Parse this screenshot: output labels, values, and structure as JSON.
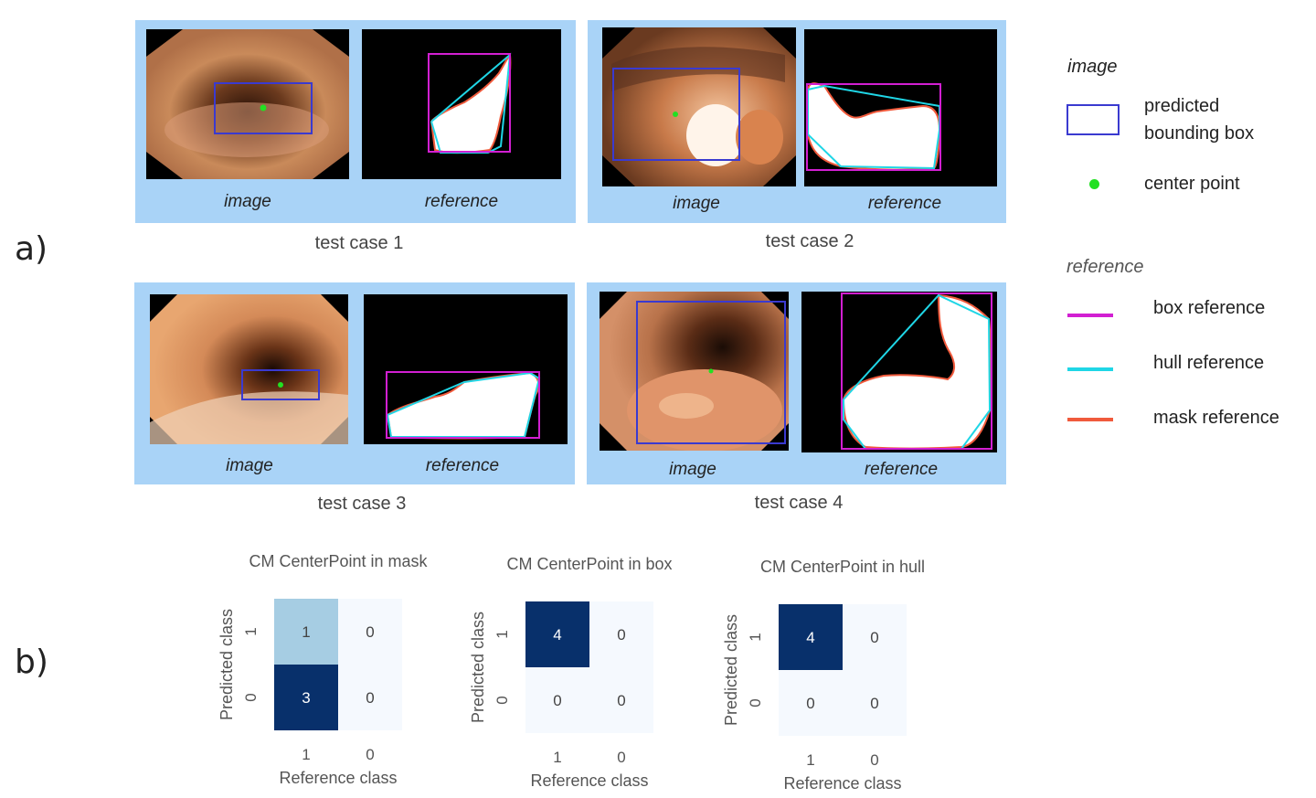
{
  "section_a": "a)",
  "section_b": "b)",
  "colors": {
    "panel_bg": "#a9d3f7",
    "pred_box": "#3a3ad0",
    "center_point": "#22e022",
    "box_ref": "#d21fd2",
    "hull_ref": "#1fd6e6",
    "mask_ref": "#f05a3c",
    "cm_dark": "#08306b",
    "cm_mid": "#a6cde3",
    "cm_light": "#f5f9fe"
  },
  "panels": [
    {
      "image_caption": "image",
      "reference_caption": "reference",
      "test_case": "test case 1"
    },
    {
      "image_caption": "image",
      "reference_caption": "reference",
      "test_case": "test case 2"
    },
    {
      "image_caption": "image",
      "reference_caption": "reference",
      "test_case": "test case 3"
    },
    {
      "image_caption": "image",
      "reference_caption": "reference",
      "test_case": "test case 4"
    }
  ],
  "legend": {
    "image_heading": "image",
    "pred_box_line1": "predicted",
    "pred_box_line2": "bounding box",
    "center_point": "center point",
    "reference_heading": "reference",
    "box_ref": "box reference",
    "hull_ref": "hull reference",
    "mask_ref": "mask reference"
  },
  "chart_data": [
    {
      "type": "heatmap",
      "title": "CM CenterPoint in mask",
      "xlabel": "Reference class",
      "ylabel": "Predicted class",
      "x_ticks": [
        "1",
        "0"
      ],
      "y_ticks": [
        "1",
        "0"
      ],
      "values": [
        [
          1,
          0
        ],
        [
          3,
          0
        ]
      ]
    },
    {
      "type": "heatmap",
      "title": "CM CenterPoint in box",
      "xlabel": "Reference class",
      "ylabel": "Predicted class",
      "x_ticks": [
        "1",
        "0"
      ],
      "y_ticks": [
        "1",
        "0"
      ],
      "values": [
        [
          4,
          0
        ],
        [
          0,
          0
        ]
      ]
    },
    {
      "type": "heatmap",
      "title": "CM CenterPoint in hull",
      "xlabel": "Reference class",
      "ylabel": "Predicted class",
      "x_ticks": [
        "1",
        "0"
      ],
      "y_ticks": [
        "1",
        "0"
      ],
      "values": [
        [
          4,
          0
        ],
        [
          0,
          0
        ]
      ]
    }
  ]
}
